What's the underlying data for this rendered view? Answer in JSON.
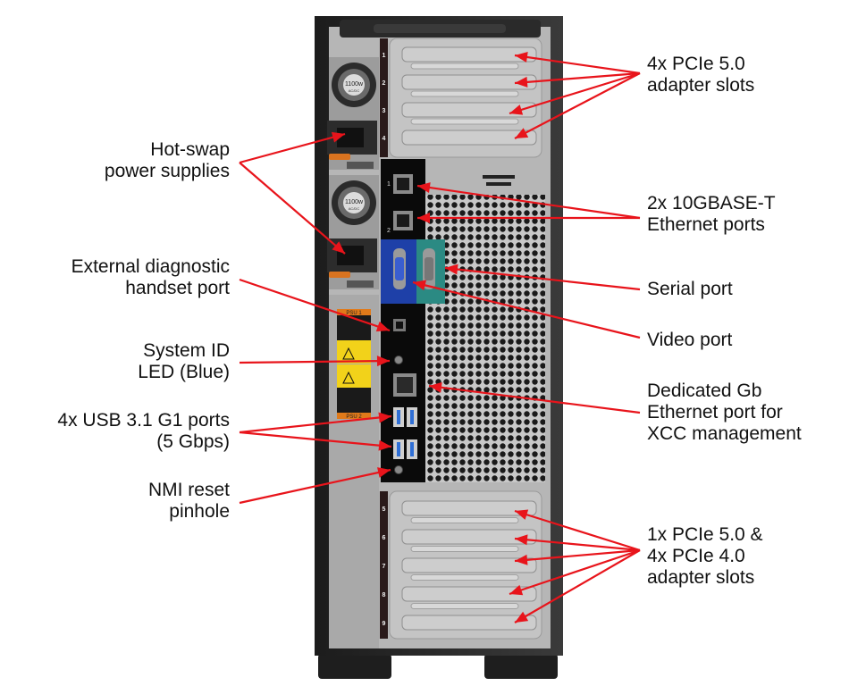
{
  "diagram": {
    "subject": "Server rear view",
    "colors": {
      "annotation": "#e8141b",
      "chassis": "#2a2a2a",
      "panel": "#b8b8b8",
      "io_panel": "#0a0a0a",
      "vga_blue": "#1e40a8",
      "serial_teal": "#2b8a83",
      "label_orange": "#e07a1a",
      "warning_yellow": "#f2d21a"
    },
    "psu": [
      {
        "rating": "1100w",
        "subtext": "AC/DC"
      },
      {
        "rating": "1100w",
        "subtext": "AC/DC"
      }
    ],
    "psu_labels": [
      "PSU 1",
      "PSU 2"
    ],
    "slot_numbers_top": [
      "1",
      "2",
      "3",
      "4"
    ],
    "slot_numbers_bottom": [
      "5",
      "6",
      "7",
      "8",
      "9"
    ],
    "ethernet_port_numbers": [
      "1",
      "2"
    ],
    "callouts_left": [
      {
        "id": "psu",
        "lines": [
          "Hot-swap",
          "power supplies"
        ]
      },
      {
        "id": "diag",
        "lines": [
          "External diagnostic",
          "handset port"
        ]
      },
      {
        "id": "sysid",
        "lines": [
          "System ID",
          "LED (Blue)"
        ]
      },
      {
        "id": "usb",
        "lines": [
          "4x USB 3.1 G1 ports",
          "(5 Gbps)"
        ]
      },
      {
        "id": "nmi",
        "lines": [
          "NMI reset",
          "pinhole"
        ]
      }
    ],
    "callouts_right": [
      {
        "id": "pcie-top",
        "lines": [
          "4x PCIe 5.0",
          "adapter slots"
        ]
      },
      {
        "id": "eth10g",
        "lines": [
          "2x 10GBASE-T",
          "Ethernet ports"
        ]
      },
      {
        "id": "serial",
        "lines": [
          "Serial port"
        ]
      },
      {
        "id": "video",
        "lines": [
          "Video port"
        ]
      },
      {
        "id": "xcc",
        "lines": [
          "Dedicated Gb",
          "Ethernet port for",
          "XCC management"
        ]
      },
      {
        "id": "pcie-bottom",
        "lines": [
          "1x PCIe 5.0 &",
          "4x PCIe 4.0",
          "adapter slots"
        ]
      }
    ]
  }
}
